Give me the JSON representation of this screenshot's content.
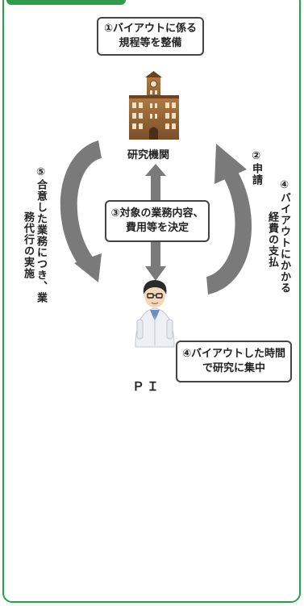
{
  "boxes": {
    "bylaws": [
      "①バイアウトに係る",
      "規程等を整備"
    ],
    "tasks": [
      "③対象の業務内容、",
      "費用等を決定"
    ],
    "focus": [
      "④バイアウトした時間",
      "で研究に集中"
    ]
  },
  "labels": {
    "institution": "研究機関",
    "pi": "ＰＩ",
    "apply": "②申請",
    "payment_col1": "④バイアウトにかかる",
    "payment_col2": "経費の支払",
    "agency_col1": "⑤合意した業務につき、業",
    "agency_col2": "務代行の実施"
  },
  "colors": {
    "frame": "#2e9d4a",
    "arrow": "#7a7a7a",
    "box_border": "#444444"
  },
  "icons": [
    "university-building-icon",
    "researcher-icon"
  ]
}
